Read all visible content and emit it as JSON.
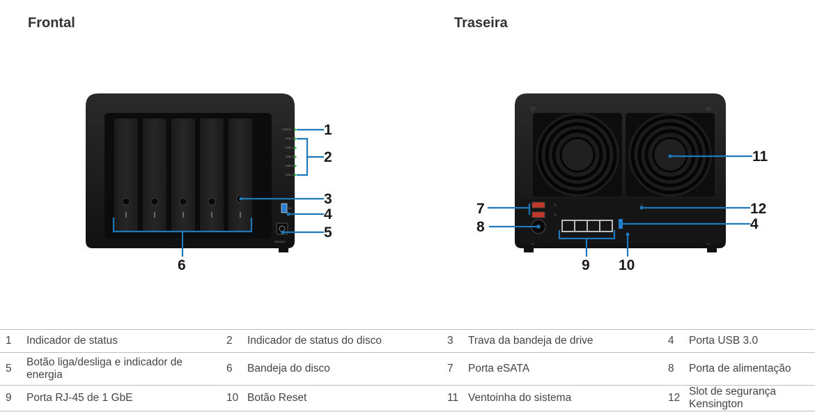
{
  "headings": {
    "front": "Frontal",
    "back": "Traseira"
  },
  "device": {
    "front_led_labels": [
      "STATUS",
      "DISK 1",
      "DISK 2",
      "DISK 3",
      "DISK 4",
      "DISK 5"
    ],
    "model_badge": "DS1520+"
  },
  "callouts": {
    "front": [
      "1",
      "2",
      "3",
      "4",
      "5",
      "6"
    ],
    "back": [
      "7",
      "8",
      "9",
      "10",
      "11",
      "12",
      "4"
    ]
  },
  "legend": [
    [
      {
        "num": "1",
        "label": "Indicador de status"
      },
      {
        "num": "2",
        "label": "Indicador de status do disco"
      },
      {
        "num": "3",
        "label": "Trava da bandeja de drive"
      },
      {
        "num": "4",
        "label": "Porta USB 3.0"
      }
    ],
    [
      {
        "num": "5",
        "label": "Botão liga/desliga e indicador de energia"
      },
      {
        "num": "6",
        "label": "Bandeja do disco"
      },
      {
        "num": "7",
        "label": "Porta eSATA"
      },
      {
        "num": "8",
        "label": "Porta de alimentação"
      }
    ],
    [
      {
        "num": "9",
        "label": "Porta RJ-45 de 1 GbE"
      },
      {
        "num": "10",
        "label": "Botão Reset"
      },
      {
        "num": "11",
        "label": "Ventoinha do sistema"
      },
      {
        "num": "12",
        "label": "Slot de segurança Kensington"
      }
    ]
  ],
  "colors": {
    "callout_line": "#1d79b8",
    "led_green": "#37c24a",
    "esata_red": "#c0392b",
    "usb_blue": "#2a7fd4"
  }
}
